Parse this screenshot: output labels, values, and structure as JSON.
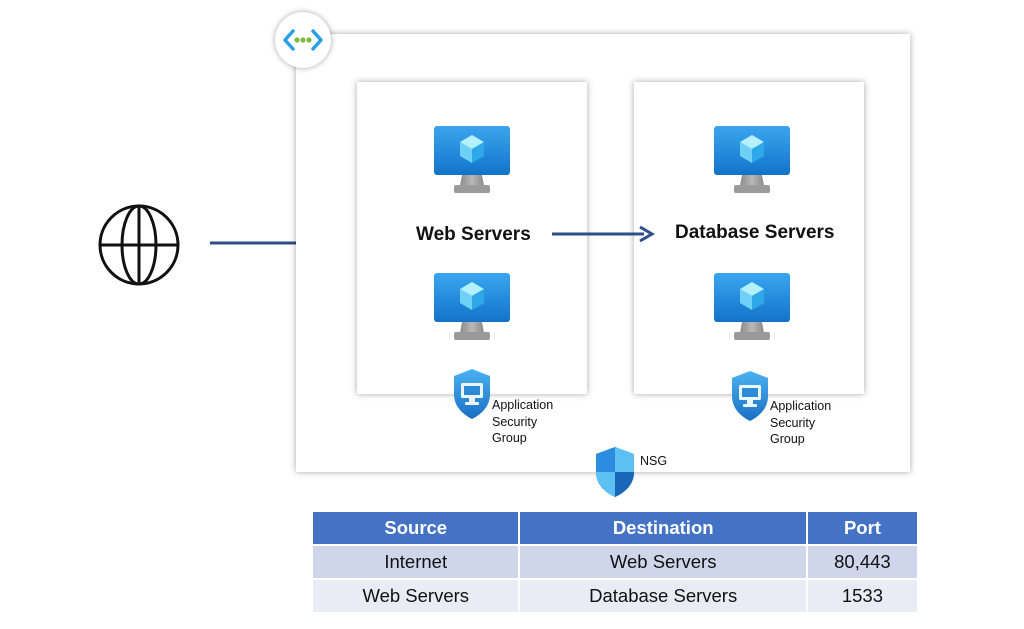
{
  "diagram": {
    "web_group_label": "Web Servers",
    "db_group_label": "Database Servers",
    "web_asg_label": [
      "Application",
      "Security",
      "Group"
    ],
    "db_asg_label": [
      "Application",
      "Security",
      "Group"
    ],
    "nsg_label": "NSG"
  },
  "rules_table": {
    "headers": [
      "Source",
      "Destination",
      "Port"
    ],
    "rows": [
      [
        "Internet",
        "Web Servers",
        "80,443"
      ],
      [
        "Web Servers",
        "Database Servers",
        "1533"
      ]
    ]
  },
  "colors": {
    "header_blue": "#4472c4",
    "row1": "#cfd5ea",
    "row2": "#e9ebf5",
    "arrow": "#2f4d8a",
    "vm_blue": "#1f8ad8"
  },
  "icons": [
    "globe-icon",
    "virtual-network-icon",
    "vm-icon",
    "asg-shield-icon",
    "nsg-shield-icon"
  ]
}
